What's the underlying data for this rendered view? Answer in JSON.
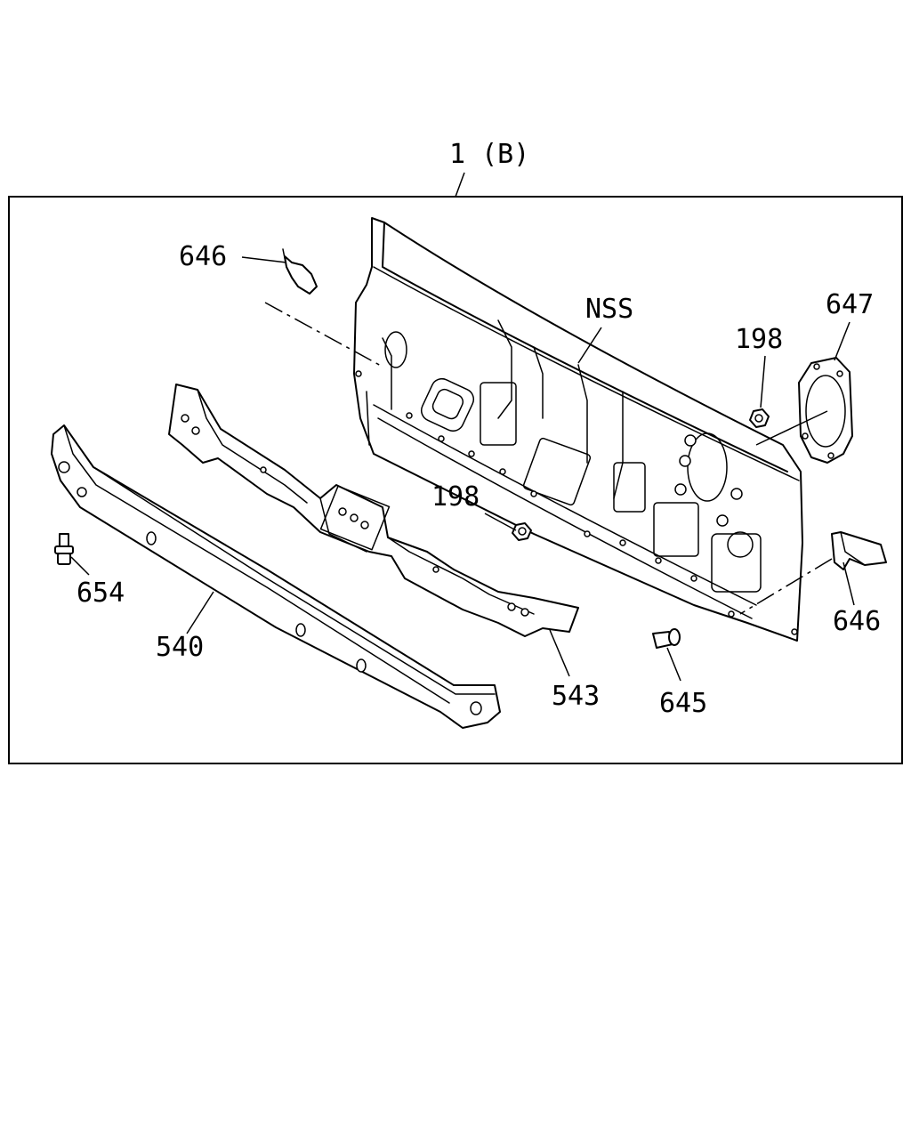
{
  "diagram": {
    "group_label": "1 (B)",
    "labels": {
      "nss": "NSS",
      "p646_top": "646",
      "p646_right": "646",
      "p647": "647",
      "p198_top": "198",
      "p198_mid": "198",
      "p654": "654",
      "p540": "540",
      "p543": "543",
      "p645": "645"
    }
  }
}
